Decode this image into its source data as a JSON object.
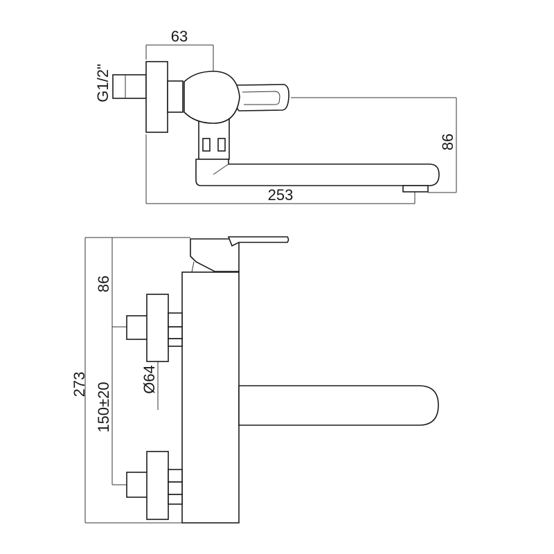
{
  "top_view": {
    "dim_handle_offset": "63",
    "dim_thread": "G1/2\"",
    "dim_spout_drop": "86",
    "dim_spout_reach": "253"
  },
  "front_view": {
    "dim_handle_height": "86",
    "dim_total_height": "273",
    "dim_center_distance": "150±20",
    "dim_flange_diameter": "Ø64"
  },
  "colors": {
    "line": "#1a1a1a",
    "background": "#ffffff"
  }
}
